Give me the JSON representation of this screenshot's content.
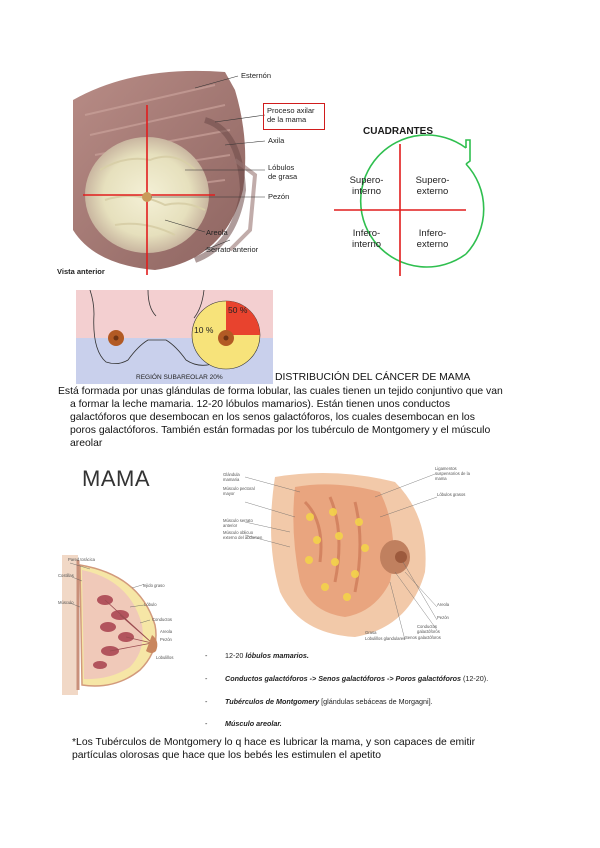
{
  "anatomy_fig": {
    "labels": {
      "esternon": "Esternón",
      "proceso_line1": "Proceso axilar",
      "proceso_line2": "de la mama",
      "axila": "Axila",
      "lobulos_line1": "Lóbulos",
      "lobulos_line2": "de grasa",
      "pezon": "Pezón",
      "areola": "Areola",
      "serrato": "Serrato anterior"
    },
    "caption": "Vista anterior"
  },
  "quadrants": {
    "title": "CUADRANTES",
    "cells": [
      {
        "line1": "Supero-",
        "line2": "interno"
      },
      {
        "line1": "Supero-",
        "line2": "externo"
      },
      {
        "line1": "Infero-",
        "line2": "interno"
      },
      {
        "line1": "Infero-",
        "line2": "externo"
      }
    ]
  },
  "distribution_fig": {
    "pct_upper_outer": "50 %",
    "pct_upper_inner": "10 %",
    "bottom_text": "REGIÓN SUBAREOLAR 20%",
    "caption": "DISTRIBUCIÓN DEL CÁNCER DE MAMA",
    "colors": {
      "pink": "#f3cfd0",
      "blue": "#c9d0ec",
      "yellow": "#f7e37a",
      "red": "#e8432e",
      "nipple": "#b25a24"
    }
  },
  "paragraph": {
    "lines": [
      "Está formada por unas glándulas de forma lobular, las cuales tienen un tejido conjuntivo que van",
      "a formar la leche mamaria. 12-20 lóbulos mamarios). Están tienen unos conductos",
      "galactóforos que desembocan en los senos galactóforos, los cuales desembocan en los",
      "poros galactóforos. También están formadas por los tubérculo de Montgomery y el músculo",
      "areolar"
    ]
  },
  "mama_title": "MAMA",
  "sagittal_fig": {
    "labels": {
      "pared": "Pared torácica",
      "costillas": "Costillas",
      "musculo": "Músculo",
      "tejido": "Tejido graso",
      "lobulo": "Lóbulo",
      "conductos": "Conductos",
      "areola": "Areola",
      "pezon": "Pezón",
      "lobulillos": "Lobulillos"
    }
  },
  "detail_fig": {
    "labels_left": [
      "Glándula mamaria",
      "Músculo pectoral mayor",
      "Músculo serrato anterior",
      "Músculo oblicuo externo del abdomen"
    ],
    "labels_right": [
      "Ligamentos suspensorios de la mama",
      "Lóbulos grasos",
      "Areola",
      "Pezón",
      "Conductos galactóforos",
      "Senos galactóforos"
    ],
    "labels_bottom": [
      "Grasa",
      "Lobulillos glandulares"
    ]
  },
  "bullets": {
    "b1_bold": "12-20 ",
    "b1_bolditalic": "lóbulos mamarios.",
    "b2": "Conductos galactóforos -> Senos galactóforos -> Poros galactóforos",
    "b2_tail": " (12-20).",
    "b3": "Tubérculos de Montgomery",
    "b3_tail": " [glándulas sebáceas de Morgagni].",
    "b4": "Músculo areolar."
  },
  "note": {
    "line1": "*Los Tubérculos de Montgomery lo q hace es lubricar la mama, y son capaces de emitir",
    "line2": "partículas olorosas que hace que los bebés les estimulen el apetito"
  }
}
